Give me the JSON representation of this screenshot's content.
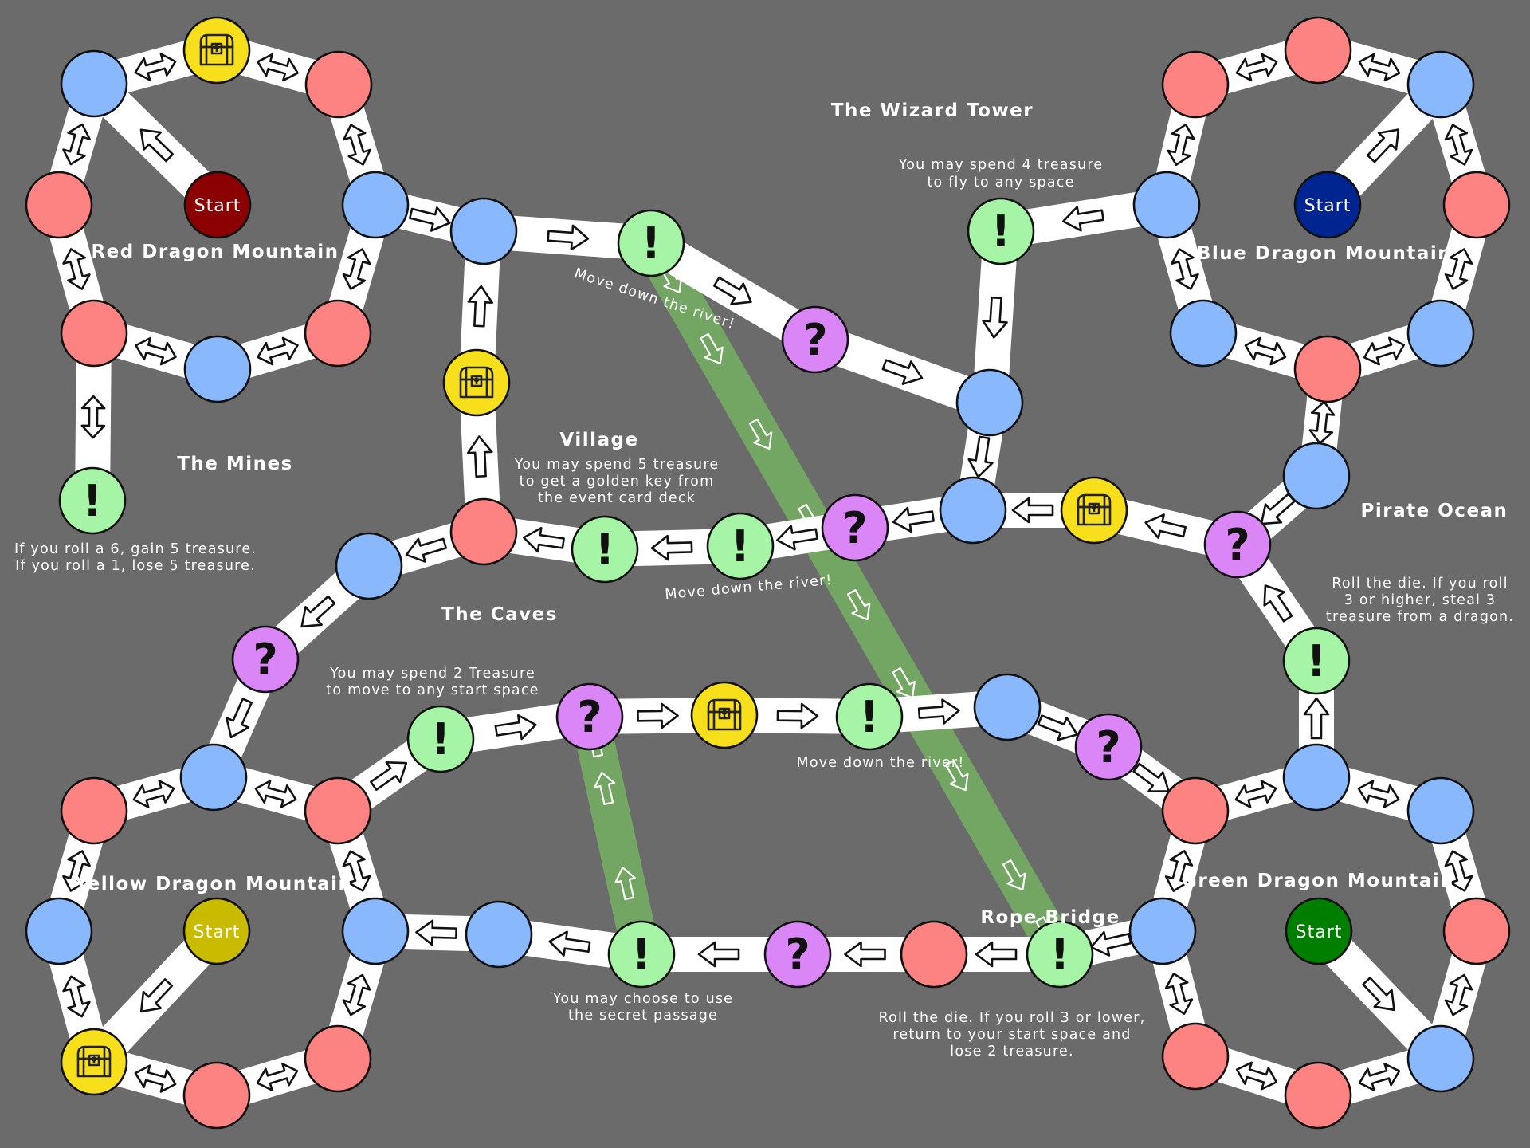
{
  "colors": {
    "background": "#6b6b6b",
    "path": "#ffffff",
    "river": "#73a662",
    "space_red": "#fd8383",
    "space_blue": "#8ab8fd",
    "space_event": "#a6f5a6",
    "space_question": "#db86f6",
    "space_treasure": "#f8df1c",
    "start_red": "#8b0000",
    "start_blue": "#002591",
    "start_yellow": "#c8bb00",
    "start_green": "#007e00"
  },
  "icons": {
    "event": "exclamation-icon",
    "question": "question-mark-icon",
    "treasure": "treasure-chest-icon",
    "arrow": "arrow-icon",
    "double_arrow": "double-arrow-icon"
  },
  "start_label": "Start",
  "event_glyph": "!",
  "question_glyph": "?",
  "regions": {
    "red_dragon": "Red Dragon Mountain",
    "wizard_tower": "The Wizard Tower",
    "blue_dragon": "Blue Dragon Mountain",
    "mines": "The Mines",
    "village": "Village",
    "pirate_ocean": "Pirate Ocean",
    "caves": "The Caves",
    "yellow_dragon": "Yellow Dragon Mountain",
    "green_dragon": "Green Dragon Mountain",
    "rope_bridge": "Rope Bridge"
  },
  "notes": {
    "wizard_1": "You may spend 4 treasure",
    "wizard_2": "to fly to any space",
    "village_1": "You may spend 5 treasure",
    "village_2": "to get a golden key from",
    "village_3": "the event card deck",
    "mines_1": "If you roll a 6, gain 5 treasure.",
    "mines_2": "If you roll a 1, lose 5 treasure.",
    "pirate_1": "Roll the die. If you roll",
    "pirate_2": "3 or higher, steal 3",
    "pirate_3": "treasure from a dragon.",
    "caves_1": "You may spend 2 Treasure",
    "caves_2": "to move to any start space",
    "secret_1": "You may choose to use",
    "secret_2": "the secret passage",
    "rope_1": "Roll the die. If you roll 3 or lower,",
    "rope_2": "return to your start space and",
    "rope_3": "lose 2 treasure.",
    "river_1": "Move down the river!",
    "river_2": "Move down the river!",
    "river_3": "Move down the river!"
  }
}
